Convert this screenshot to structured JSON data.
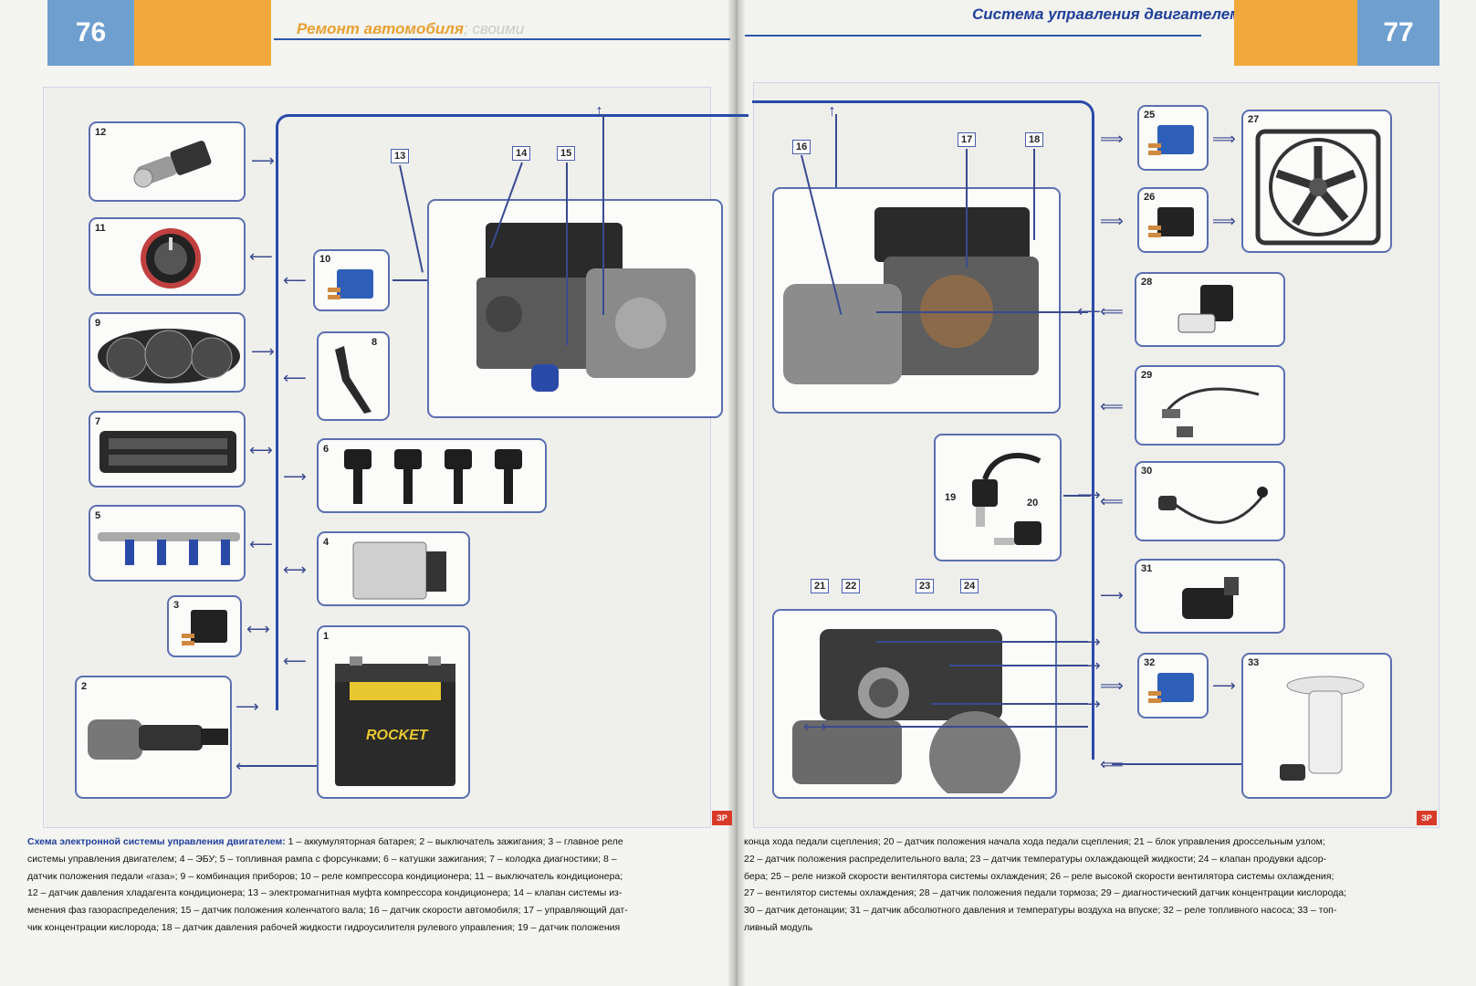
{
  "left_page": {
    "page_number": "76",
    "header_title": "Ремонт автомобиля",
    "header_title_suffix": "; своими"
  },
  "right_page": {
    "page_number": "77",
    "header_title": "Система управления двигателем"
  },
  "components": {
    "n1": "1",
    "n2": "2",
    "n3": "3",
    "n4": "4",
    "n5": "5",
    "n6": "6",
    "n7": "7",
    "n8": "8",
    "n9": "9",
    "n10": "10",
    "n11": "11",
    "n12": "12",
    "n13": "13",
    "n14": "14",
    "n15": "15",
    "n16": "16",
    "n17": "17",
    "n18": "18",
    "n19": "19",
    "n20": "20",
    "n21": "21",
    "n22": "22",
    "n23": "23",
    "n24": "24",
    "n25": "25",
    "n26": "26",
    "n27": "27",
    "n28": "28",
    "n29": "29",
    "n30": "30",
    "n31": "31",
    "n32": "32",
    "n33": "33"
  },
  "battery_label": "ROCKET",
  "badge": "ЗР",
  "caption": {
    "title": "Схема электронной системы управления двигателем:",
    "left_lines": [
      " 1 – аккумуляторная батарея; 2 – выключатель зажигания; 3 – главное реле",
      "системы управления двигателем; 4 – ЭБУ; 5 – топливная рампа с форсунками; 6 – катушки зажигания; 7 – колодка диагностики; 8 –",
      "датчик положения педали «газа»; 9 – комбинация приборов; 10 – реле компрессора кондиционера; 11 – выключатель кондиционера;",
      "12 – датчик давления хладагента кондиционера; 13 – электромагнитная муфта компрессора кондиционера; 14 – клапан системы из-",
      "менения фаз газораспределения; 15 – датчик положения коленчатого вала; 16 – датчик скорости автомобиля; 17 – управляющий дат-",
      "чик концентрации кислорода; 18 – датчик давления рабочей жидкости гидроусилителя рулевого управления; 19 – датчик положения"
    ],
    "right_lines": [
      "конца хода педали сцепления; 20 – датчик положения начала хода педали сцепления; 21 – блок управления дроссельным узлом;",
      "22 – датчик положения распределительного вала; 23 – датчик температуры охлаждающей жидкости; 24 – клапан продувки адсор-",
      "бера; 25 – реле низкой скорости вентилятора системы охлаждения; 26 – реле высокой скорости вентилятора системы охлаждения;",
      "27 – вентилятор системы охлаждения; 28 – датчик положения педали тормоза; 29 – диагностический датчик концентрации кислорода;",
      "30 – датчик детонации; 31 – датчик абсолютного давления и температуры воздуха на впуске; 32 – реле топливного насоса; 33 – топ-",
      "ливный модуль"
    ]
  }
}
